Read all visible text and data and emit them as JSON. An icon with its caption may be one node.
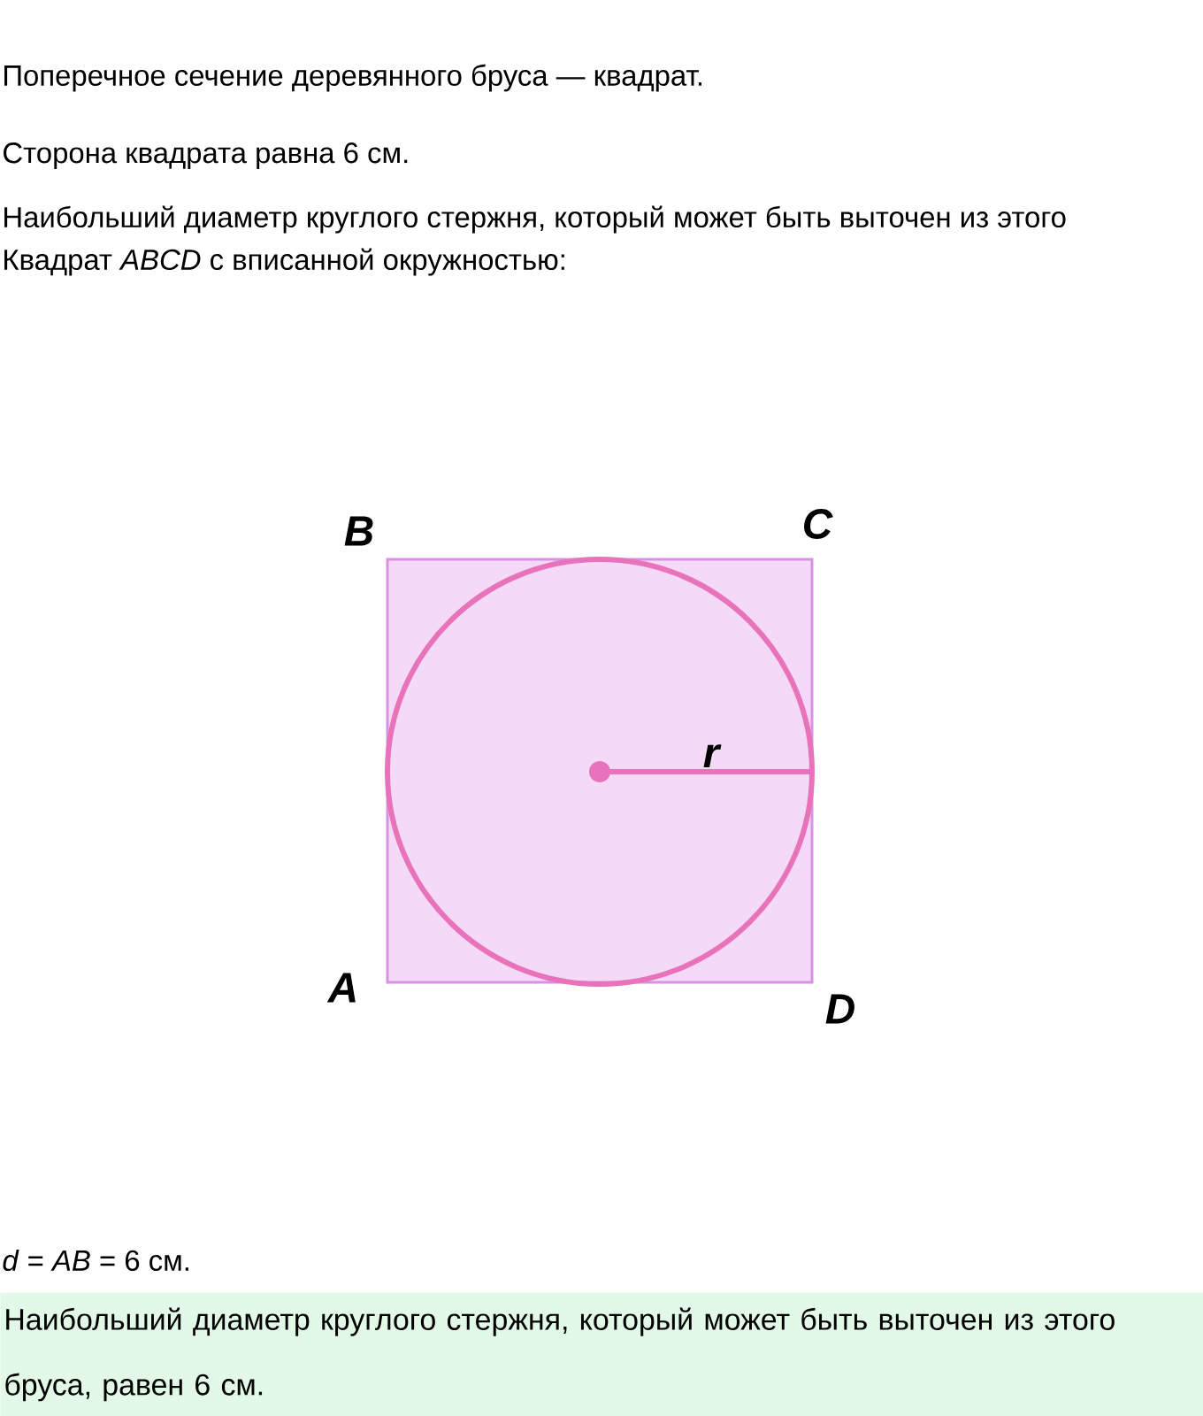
{
  "diagram": {
    "nodes": [
      {
        "text": [
          "Наибольший диаметр круглого стержня, который может быть выточен из этого бруса, равен 6 см."
        ]
      }
    ],
    "edges": [],
    "labels": [
      "Поперечное сечение деревянного бруса — квадрат.",
      "Сторона квадрата равна 6 см.",
      "Наибольший диаметр круглого стержня, который может быть выточен из этого",
      "Квадрат *ABCD* с вписанной окружностью:",
      "B",
      "C",
      "r",
      "A",
      "D",
      "*d* = *AB* = 6 см."
    ]
  }
}
